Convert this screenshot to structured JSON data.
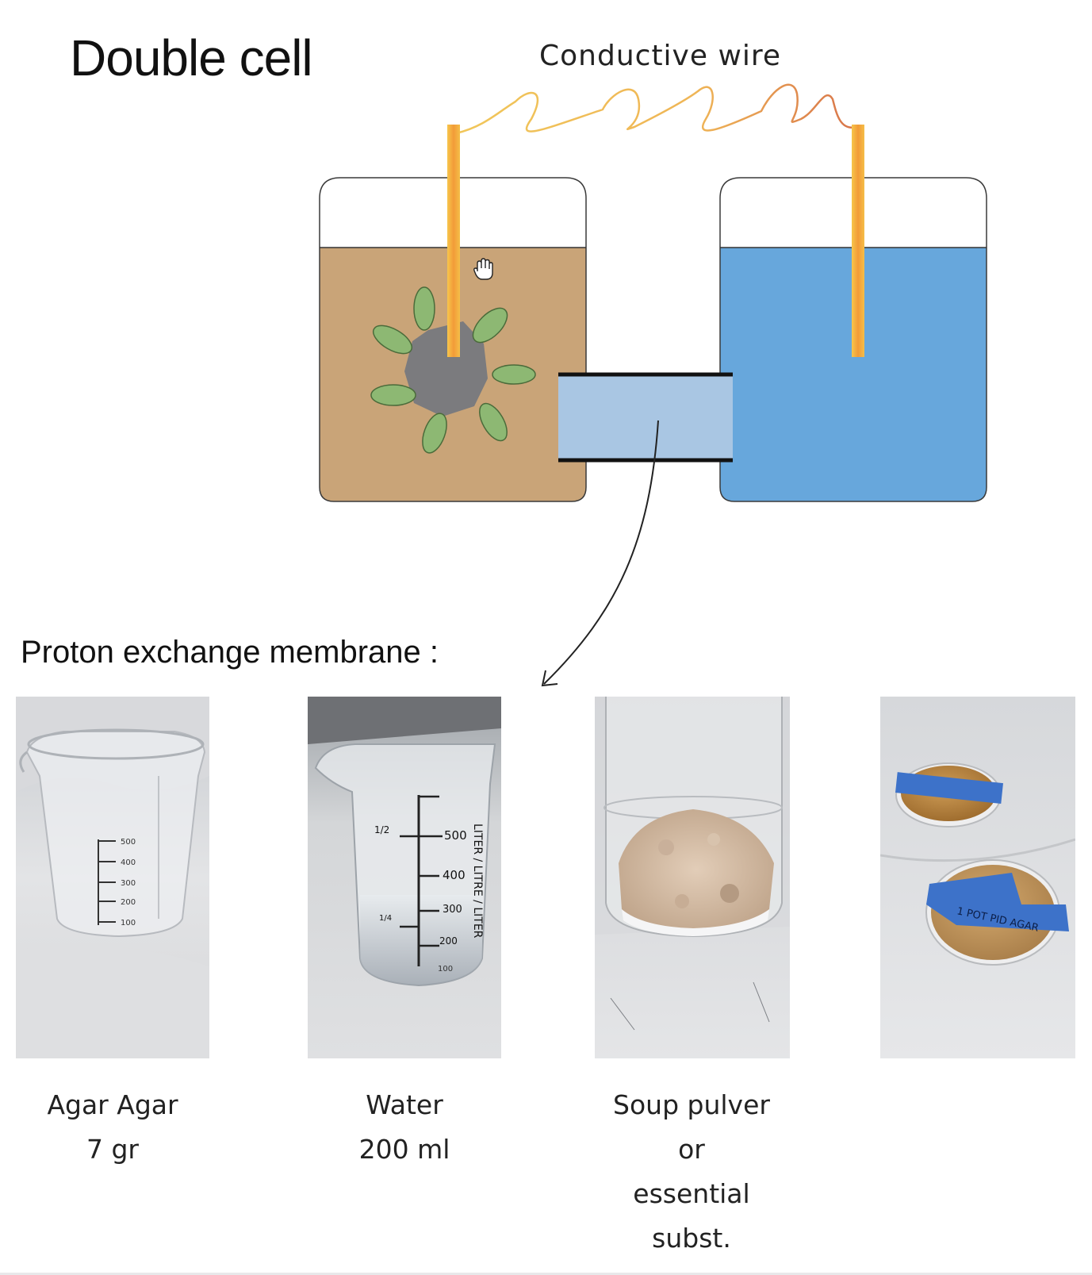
{
  "title": "Double cell",
  "wire_label": "Conductive wire",
  "membrane_label": "Proton exchange membrane :",
  "colors": {
    "soil": "#c9a478",
    "water": "#67a7dc",
    "bridge": "#a9c6e3",
    "electrode": "#f0a43a",
    "stone": "#7b7b7e",
    "leaf": "#8db873"
  },
  "photos": [
    {
      "caption_lines": [
        "Agar Agar",
        "7 gr"
      ],
      "scale_marks": [
        "500",
        "400",
        "300",
        "200",
        "100"
      ]
    },
    {
      "caption_lines": [
        "Water",
        "200 ml"
      ],
      "scale_marks": [
        "500",
        "400",
        "300",
        "200",
        "100"
      ],
      "side_text": "LITER / LITRE / LITER",
      "fraction_marks": [
        "1/2",
        "1/4"
      ]
    },
    {
      "caption_lines": [
        "Soup pulver",
        "or",
        "essential",
        "subst."
      ]
    },
    {
      "caption_lines": [],
      "dish_labels": [
        "1 POT PID AGAR"
      ]
    }
  ]
}
